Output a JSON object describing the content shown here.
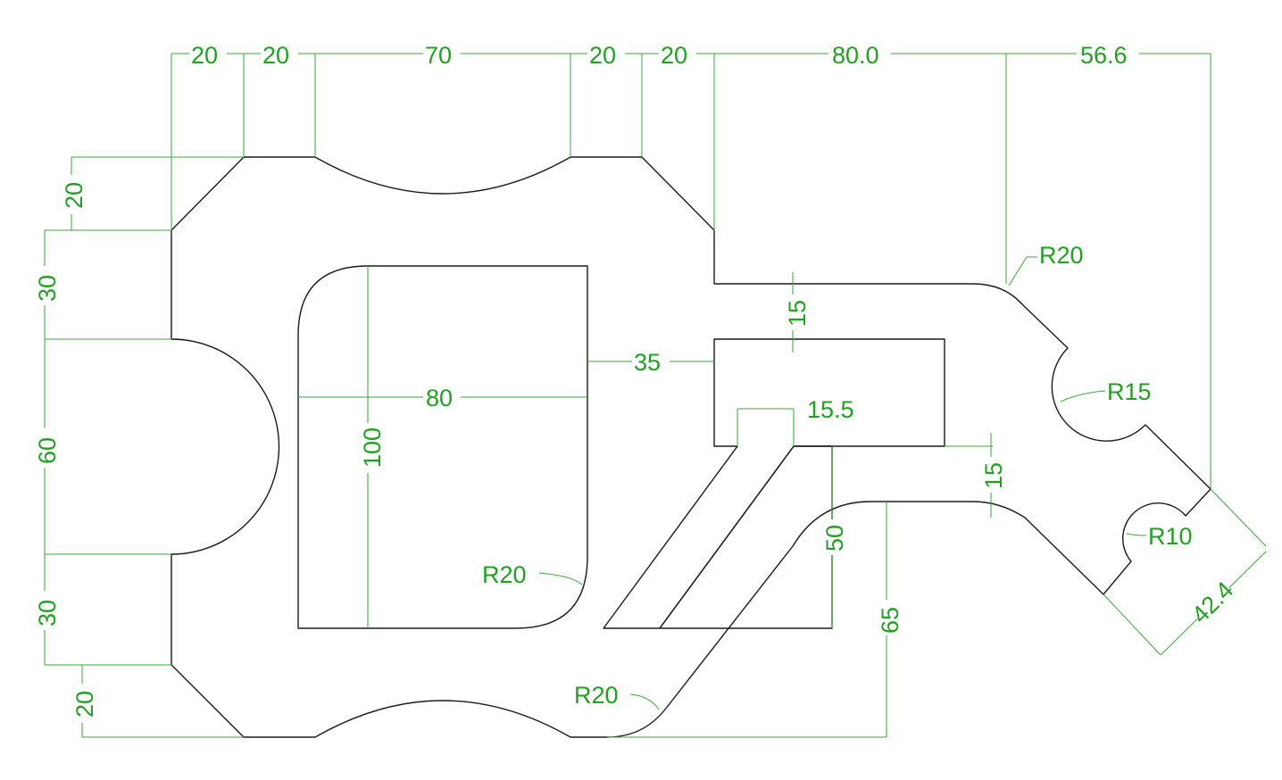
{
  "colors": {
    "part": "#1a1a1a",
    "dimension": "#3aa63a",
    "dimension_text": "#22a022",
    "background": "#ffffff"
  },
  "dimensions": {
    "top": [
      "20",
      "20",
      "70",
      "20",
      "20",
      "80.0",
      "56.6"
    ],
    "left": [
      "20",
      "30",
      "60",
      "30",
      "20"
    ],
    "inner_width": "80",
    "inner_height": "100",
    "gap": "35",
    "slot_height_top": "15",
    "slot_width": "15.5",
    "slot_height_right": "15",
    "depth_50": "50",
    "depth_65": "65",
    "diagonal": "42.4"
  },
  "radii": {
    "top_right": "R20",
    "notch_large": "R15",
    "notch_small": "R10",
    "inner_corner": "R20",
    "bottom_curve": "R20"
  }
}
